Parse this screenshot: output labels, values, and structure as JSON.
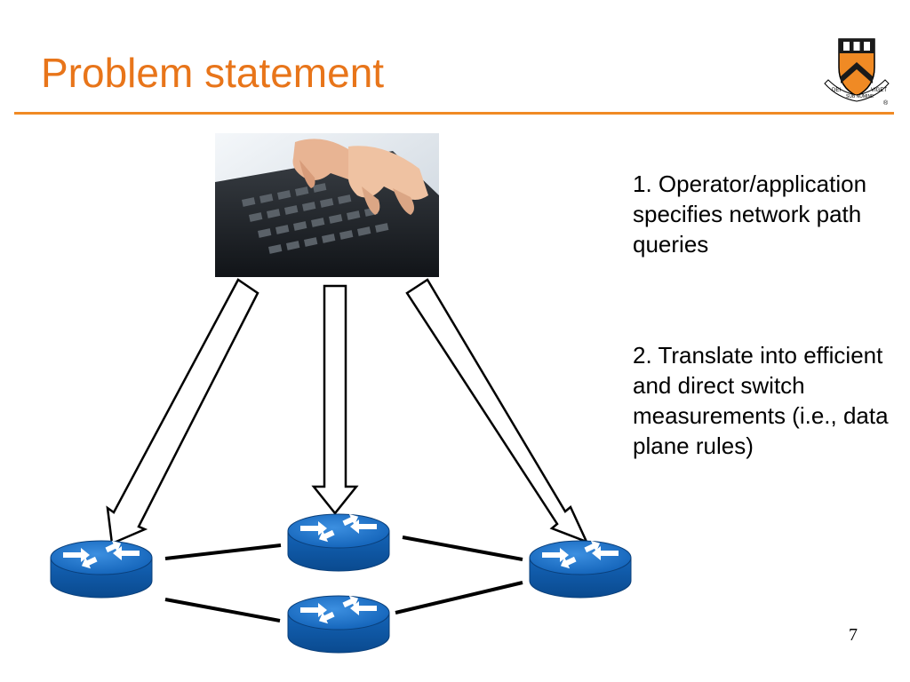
{
  "slide": {
    "title": "Problem statement",
    "page_number": "7"
  },
  "logo": {
    "motto_left": "DEI",
    "motto_center": "SUB NUMINE",
    "motto_right": "VIGET",
    "registered_mark": "®"
  },
  "steps": [
    {
      "text": "1. Operator/application specifies network path queries"
    },
    {
      "text": "2. Translate into efficient and direct switch measurements (i.e., data plane rules)"
    }
  ],
  "colors": {
    "accent": "#e8751a",
    "router_blue": "#1a6fc9",
    "shield_orange": "#f08a24"
  }
}
